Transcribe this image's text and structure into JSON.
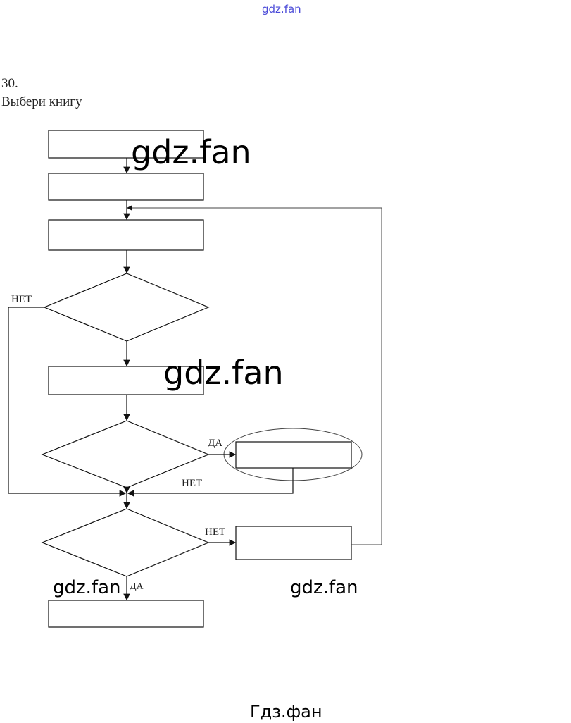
{
  "header": {
    "site_mark": "gdz.fan"
  },
  "task": {
    "number": "30.",
    "title": "Выбери книгу"
  },
  "flowchart": {
    "labels": {
      "decision1_no": "НЕТ",
      "decision2_yes": "ДА",
      "decision2_no": "НЕТ",
      "decision3_no": "НЕТ",
      "decision3_yes": "ДА"
    }
  },
  "watermarks": [
    "gdz.fan",
    "gdz.fan",
    "gdz.fan",
    "gdz.fan"
  ],
  "footer": {
    "site_name": "Гдз.фан"
  }
}
